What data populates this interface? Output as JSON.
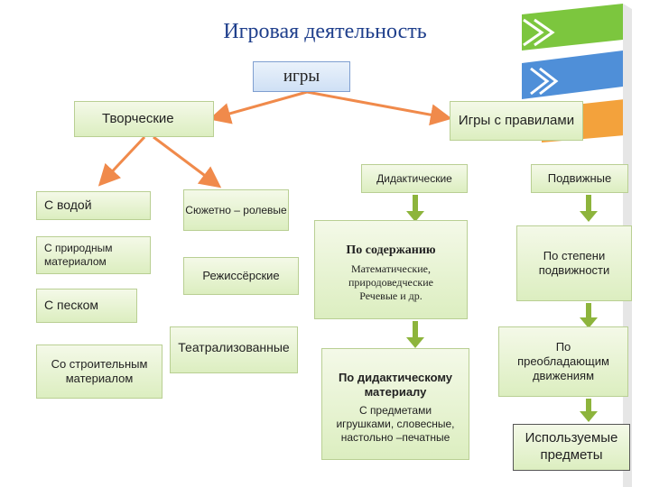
{
  "title": "Игровая деятельность",
  "root": "игры",
  "creative": {
    "label": "Творческие",
    "sub_left": [
      "С водой",
      "С природным материалом",
      "С песком",
      "Со строительным материалом"
    ],
    "sub_right": [
      "Сюжетно – ролевые",
      "Режиссёрские",
      "Театрализованные"
    ]
  },
  "rules": {
    "label": "Игры с правилами",
    "didactic": {
      "label": "Дидактические",
      "by_content": {
        "heading": "По содержанию",
        "text": "Математические, природоведческие Речевые и др."
      },
      "by_material": {
        "heading": "По дидактическому материалу",
        "text": "С предметами игрушками, словесные, настольно –печатные"
      }
    },
    "mobile": {
      "label": "Подвижные",
      "by_degree": "По степени подвижности",
      "by_movements": "По преобладающим движениям",
      "by_objects": "Используемые предметы"
    }
  },
  "colors": {
    "arrow_orange": "#f08a4b",
    "arrow_green": "#8db43c",
    "box_fill": "#e6f2d3",
    "root_fill": "#d9e7f7",
    "title": "#1f3f8c"
  }
}
